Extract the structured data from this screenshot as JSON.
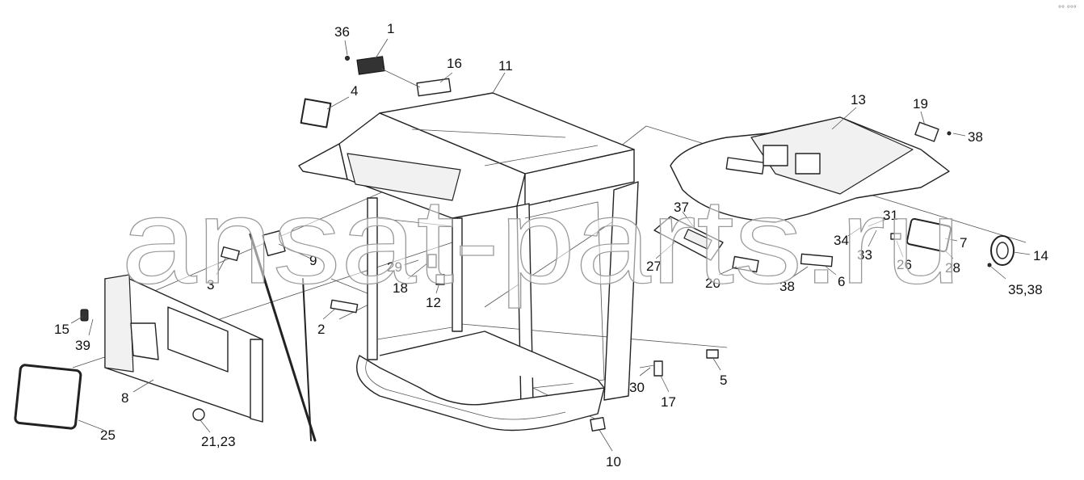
{
  "diagram": {
    "watermark": "ansat-parts.ru",
    "corner_mark": "°° °°°",
    "callouts": [
      {
        "id": "c1",
        "label": "1"
      },
      {
        "id": "c36",
        "label": "36"
      },
      {
        "id": "c16",
        "label": "16"
      },
      {
        "id": "c11",
        "label": "11"
      },
      {
        "id": "c4",
        "label": "4"
      },
      {
        "id": "c13",
        "label": "13"
      },
      {
        "id": "c19",
        "label": "19"
      },
      {
        "id": "c38a",
        "label": "38"
      },
      {
        "id": "c37",
        "label": "37"
      },
      {
        "id": "c31",
        "label": "31"
      },
      {
        "id": "c34",
        "label": "34"
      },
      {
        "id": "c7",
        "label": "7"
      },
      {
        "id": "c33",
        "label": "33"
      },
      {
        "id": "c26",
        "label": "26"
      },
      {
        "id": "c28",
        "label": "28"
      },
      {
        "id": "c14",
        "label": "14"
      },
      {
        "id": "c27",
        "label": "27"
      },
      {
        "id": "c20",
        "label": "20"
      },
      {
        "id": "c38b",
        "label": "38"
      },
      {
        "id": "c6",
        "label": "6"
      },
      {
        "id": "c3538",
        "label": "35,38"
      },
      {
        "id": "c3",
        "label": "3"
      },
      {
        "id": "c9",
        "label": "9"
      },
      {
        "id": "c29",
        "label": "29"
      },
      {
        "id": "c18",
        "label": "18"
      },
      {
        "id": "c12",
        "label": "12"
      },
      {
        "id": "c2",
        "label": "2"
      },
      {
        "id": "c15",
        "label": "15"
      },
      {
        "id": "c39",
        "label": "39"
      },
      {
        "id": "c8",
        "label": "8"
      },
      {
        "id": "c25",
        "label": "25"
      },
      {
        "id": "c2123",
        "label": "21,23"
      },
      {
        "id": "c30",
        "label": "30"
      },
      {
        "id": "c17",
        "label": "17"
      },
      {
        "id": "c5",
        "label": "5"
      },
      {
        "id": "c10",
        "label": "10"
      }
    ]
  }
}
